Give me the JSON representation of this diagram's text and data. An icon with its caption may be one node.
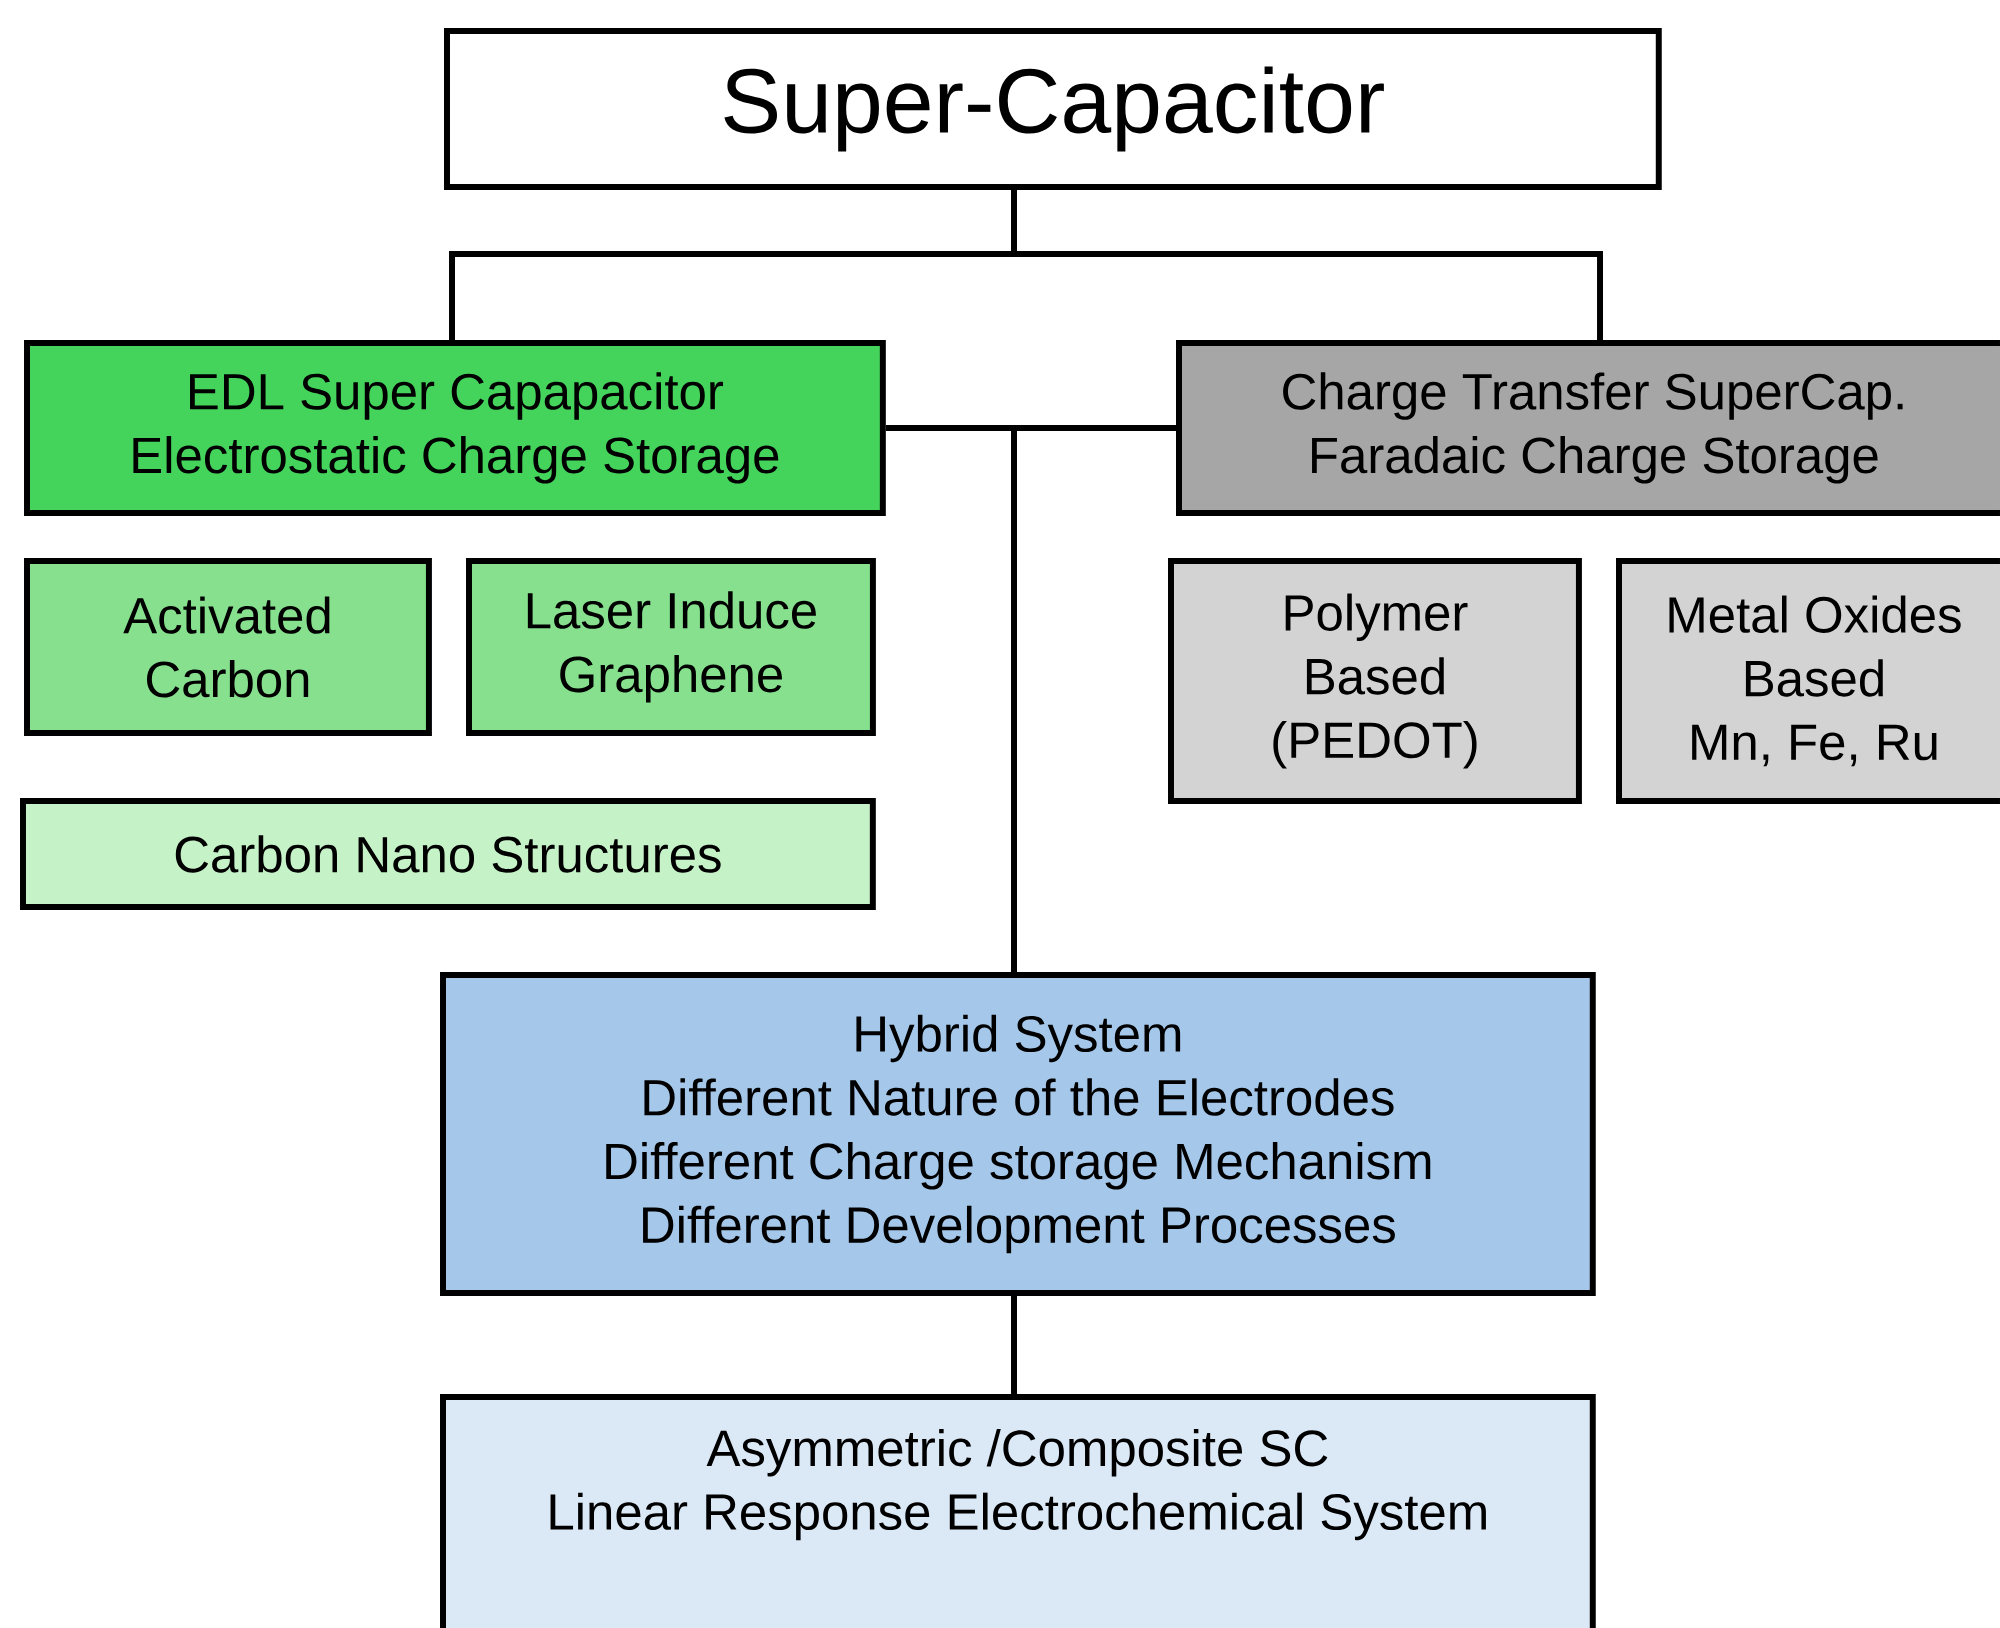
{
  "diagram": {
    "nodes": [
      {
        "text": [
          "Super-Capacitor"
        ]
      },
      {
        "text": [
          "EDL Super Capapacitor",
          "Electrostatic Charge Storage"
        ]
      },
      {
        "text": [
          "Charge Transfer SuperCap.",
          "Faradaic Charge Storage"
        ]
      },
      {
        "text": [
          "Activated Carbon"
        ]
      },
      {
        "text": [
          "Laser Induce Graphene"
        ]
      },
      {
        "text": [
          "Carbon Nano Structures"
        ]
      },
      {
        "text": [
          "Polymer Based (PEDOT)"
        ]
      },
      {
        "text": [
          "Metal Oxides Based",
          "Mn, Fe, Ru"
        ]
      },
      {
        "text": [
          "Hybrid System",
          "Different Nature of the Electrodes",
          "Different Charge storage Mechanism",
          "Different Development Processes"
        ]
      },
      {
        "text": [
          "Asymmetric /Composite SC",
          "Linear Response Electrochemical System"
        ]
      }
    ],
    "edges": [
      {
        "from": 0,
        "to": 1,
        "arrow": "none"
      },
      {
        "from": 0,
        "to": 2,
        "arrow": "none"
      },
      {
        "from": 1,
        "to": 8,
        "arrow": "none"
      },
      {
        "from": 2,
        "to": 8,
        "arrow": "none"
      },
      {
        "from": 8,
        "to": 9,
        "arrow": "none"
      }
    ]
  }
}
